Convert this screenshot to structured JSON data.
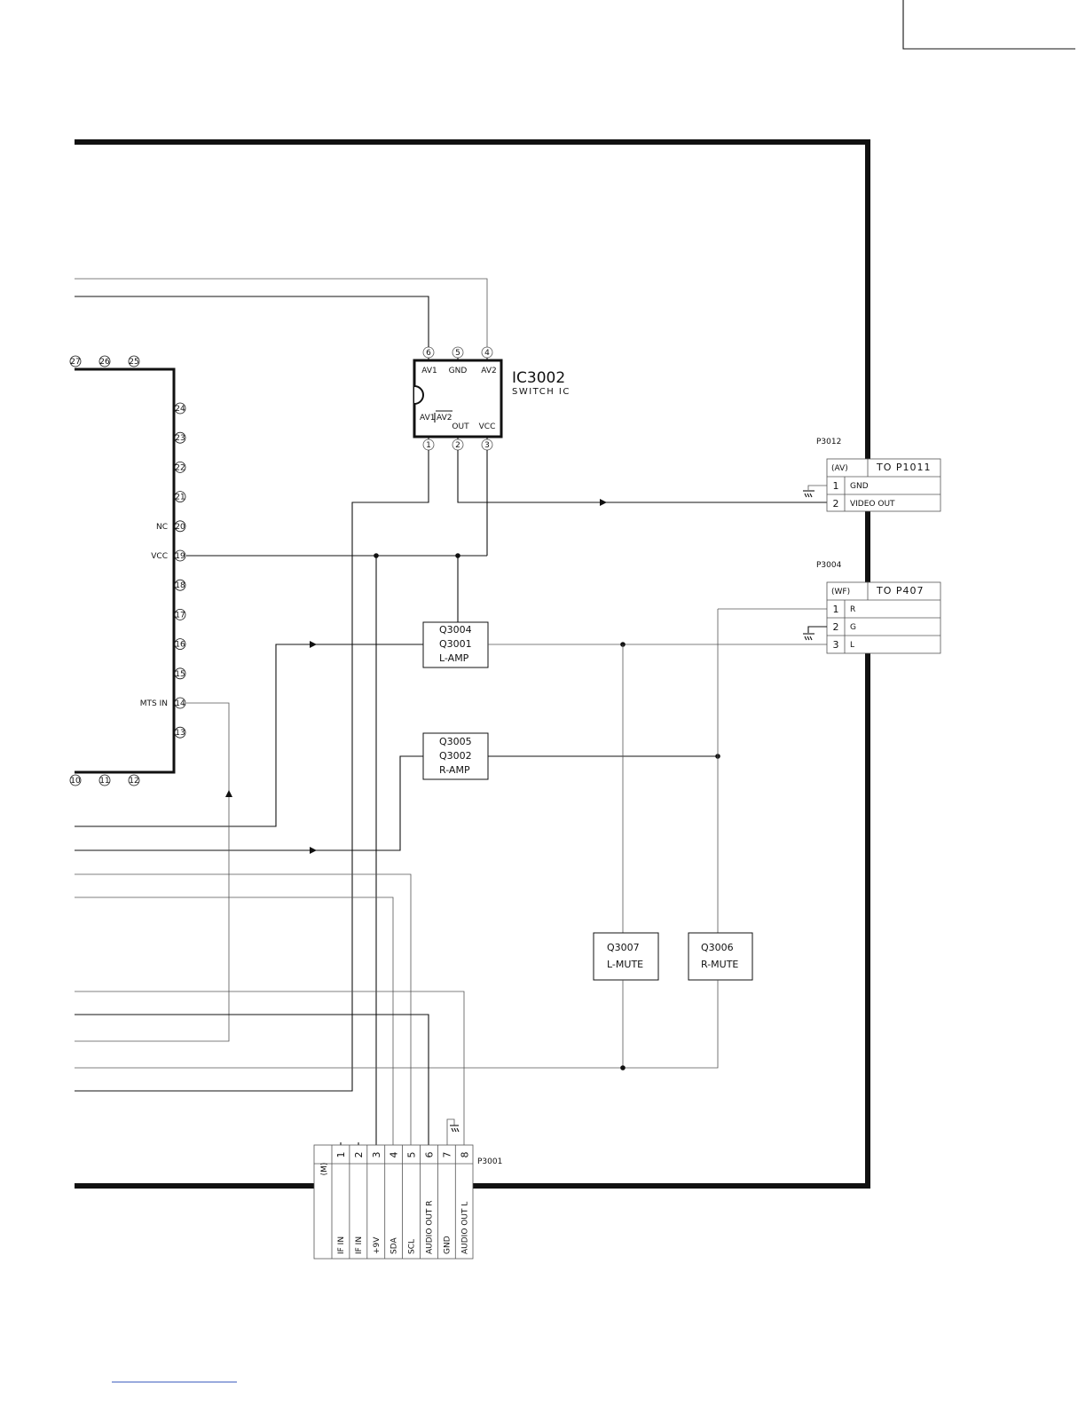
{
  "ic_main": {
    "left_pins": [
      {
        "num": "24",
        "label": ""
      },
      {
        "num": "23",
        "label": ""
      },
      {
        "num": "22",
        "label": ""
      },
      {
        "num": "21",
        "label": ""
      },
      {
        "num": "20",
        "label": "NC"
      },
      {
        "num": "19",
        "label": "VCC"
      },
      {
        "num": "18",
        "label": ""
      },
      {
        "num": "17",
        "label": ""
      },
      {
        "num": "16",
        "label": ""
      },
      {
        "num": "15",
        "label": ""
      },
      {
        "num": "14",
        "label": "MTS IN"
      },
      {
        "num": "13",
        "label": ""
      }
    ],
    "top_pins": [
      "27",
      "26",
      "25"
    ],
    "bottom_pins": [
      "10",
      "11",
      "12"
    ]
  },
  "ic3002": {
    "name": "IC3002",
    "subtitle": "SWITCH IC",
    "top_pins": [
      {
        "num": "6",
        "label": "AV1"
      },
      {
        "num": "5",
        "label": "GND"
      },
      {
        "num": "4",
        "label": "AV2"
      }
    ],
    "bottom_pins": [
      {
        "num": "1",
        "label": "AV1/AV2"
      },
      {
        "num": "2",
        "label": "OUT"
      },
      {
        "num": "3",
        "label": "VCC"
      }
    ],
    "inner_av1": "AV1",
    "inner_av2": "AV2"
  },
  "blocks": {
    "l_amp": [
      "Q3004",
      "Q3001",
      "L-AMP"
    ],
    "r_amp": [
      "Q3005",
      "Q3002",
      "R-AMP"
    ],
    "l_mute": [
      "Q3007",
      "L-MUTE"
    ],
    "r_mute": [
      "Q3006",
      "R-MUTE"
    ]
  },
  "p3012": {
    "name": "P3012",
    "header": "(AV)",
    "dest": "TO P1011",
    "rows": [
      {
        "num": "1",
        "label": "GND"
      },
      {
        "num": "2",
        "label": "VIDEO OUT"
      }
    ]
  },
  "p3004": {
    "name": "P3004",
    "header": "(WF)",
    "dest": "TO P407",
    "rows": [
      {
        "num": "1",
        "label": "R"
      },
      {
        "num": "2",
        "label": "G"
      },
      {
        "num": "3",
        "label": "L"
      }
    ]
  },
  "p3001": {
    "name": "P3001",
    "header": "(M)",
    "pins": [
      {
        "num": "1",
        "label": "IF IN"
      },
      {
        "num": "2",
        "label": "IF IN"
      },
      {
        "num": "3",
        "label": "+9V"
      },
      {
        "num": "4",
        "label": "SDA"
      },
      {
        "num": "5",
        "label": "SCL"
      },
      {
        "num": "6",
        "label": "AUDIO OUT R"
      },
      {
        "num": "7",
        "label": "GND"
      },
      {
        "num": "8",
        "label": "AUDIO OUT L"
      }
    ]
  }
}
